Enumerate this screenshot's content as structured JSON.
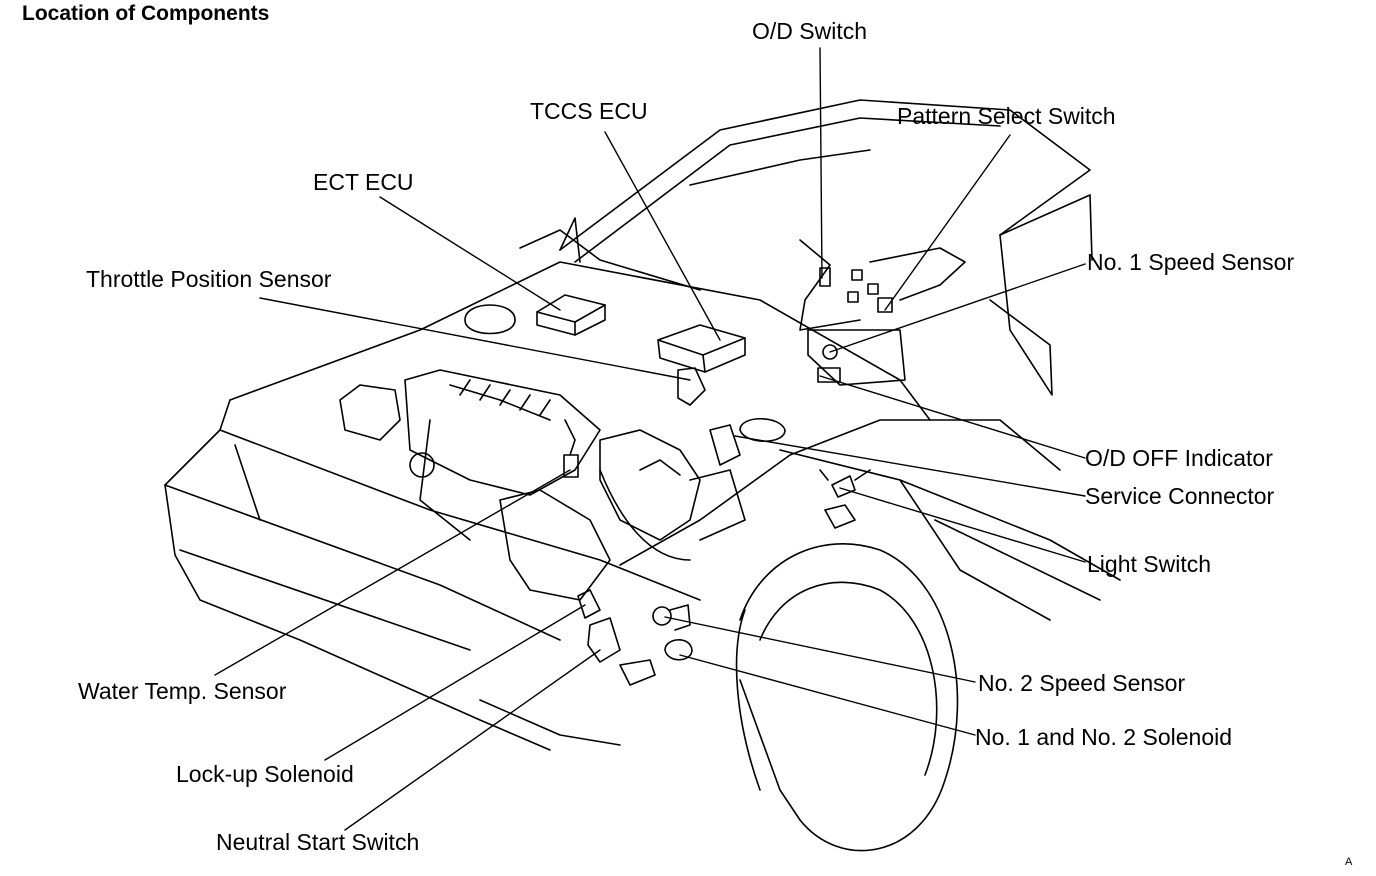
{
  "title": "Location of Components",
  "figure_code": "A",
  "labels": {
    "od_switch": "O/D Switch",
    "tccs_ecu": "TCCS ECU",
    "pattern_select_switch": "Pattern Select Switch",
    "ect_ecu": "ECT ECU",
    "no1_speed_sensor": "No. 1 Speed Sensor",
    "throttle_position_sensor": "Throttle Position Sensor",
    "od_off_indicator": "O/D OFF Indicator",
    "service_connector": "Service Connector",
    "light_switch": "Light Switch",
    "water_temp_sensor": "Water Temp. Sensor",
    "no2_speed_sensor": "No. 2 Speed Sensor",
    "no1_no2_solenoid": "No. 1 and No. 2 Solenoid",
    "lockup_solenoid": "Lock-up Solenoid",
    "neutral_start_switch": "Neutral Start Switch"
  },
  "colors": {
    "ink": "#000000",
    "paper": "#ffffff"
  }
}
